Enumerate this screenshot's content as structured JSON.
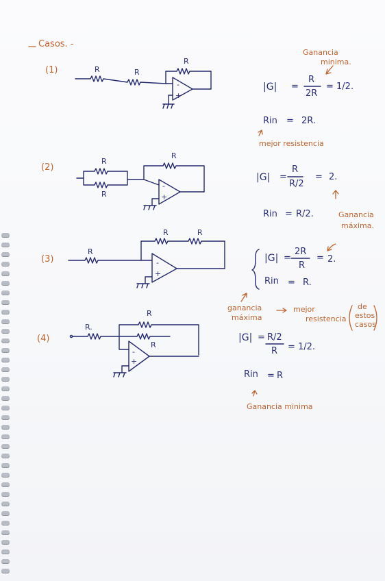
{
  "header": {
    "title": "Casos. -"
  },
  "labels": {
    "R": "R",
    "R_dot": "R.",
    "minus": "-",
    "plus": "+",
    "n1": "(1)",
    "n2": "(2)",
    "n3": "(3)",
    "n4": "(4)"
  },
  "case1": {
    "gain_lhs": "|G|",
    "eq": "=",
    "num": "R",
    "den": "2R",
    "result": "= 1/2.",
    "rin_lhs": "Rin",
    "rin_eq": "=",
    "rin_val": "2R.",
    "note_top_1": "Ganancia",
    "note_top_2": "minima.",
    "note_bottom": "mejor resistencia"
  },
  "case2": {
    "gain_lhs": "|G|",
    "eq": "=",
    "num": "R",
    "den": "R/2",
    "result_eq": "=",
    "result": "2.",
    "rin_lhs": "Rin",
    "rin_eq": "=",
    "rin_val": "R/2.",
    "note_1": "Ganancia",
    "note_2": "máxima."
  },
  "case3": {
    "gain_lhs": "|G|",
    "eq": "=",
    "num": "2R",
    "den": "R",
    "result_eq": "=",
    "result": "2.",
    "rin_lhs": "Rin",
    "rin_eq": "=",
    "rin_val": "R.",
    "note_left_1": "ganancia",
    "note_left_2": "máxima",
    "note_mid_1": "mejor",
    "note_mid_2": "resistencia",
    "note_paren_1": "de",
    "note_paren_2": "estos",
    "note_paren_3": "casos"
  },
  "case4": {
    "gain_lhs": "|G|",
    "eq": "=",
    "num": "R/2",
    "den": "R",
    "result": "= 1/2.",
    "rin_lhs": "Rin",
    "rin_eq": "=",
    "rin_val": "R",
    "note": "Ganancia minima"
  }
}
